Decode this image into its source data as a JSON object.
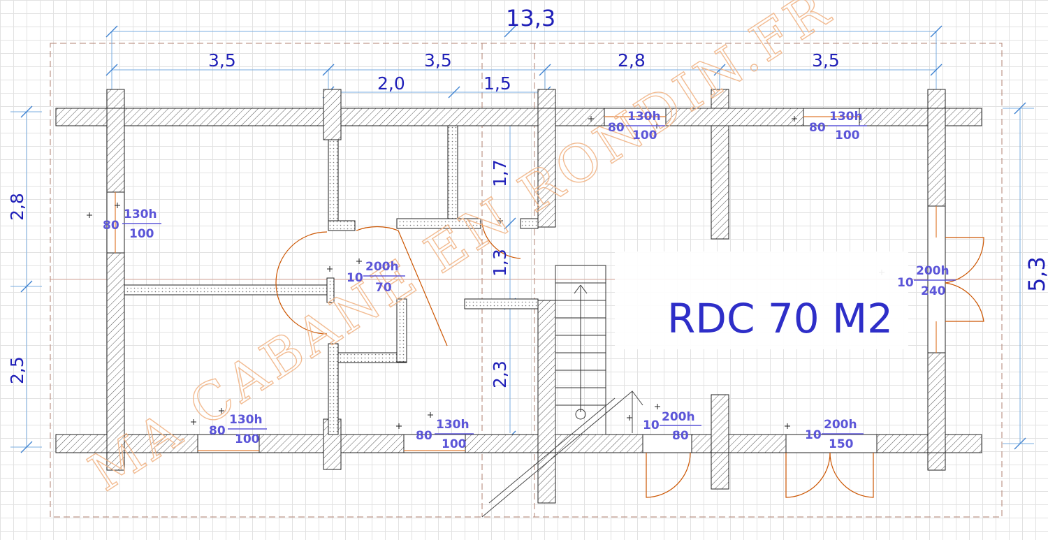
{
  "title": "RDC 70 M2",
  "watermark": "MA CABANE EN RONDIN.FR",
  "colors": {
    "grid": "#e2e2e2",
    "dimension": "#1f1fb8",
    "label": "#5b55d8",
    "watermark": "#f2b88c",
    "door_swing": "#cc5500"
  },
  "dimensions": {
    "total_length": "13,3",
    "span_1": "3,5",
    "span_2": "3,5",
    "span_3": "2,8",
    "span_4": "3,5",
    "inner_2_0": "2,0",
    "inner_1_5": "1,5",
    "total_width": "5,3",
    "left_upper": "2,8",
    "left_lower": "2,5",
    "inner_1_7": "1,7",
    "inner_1_3": "1,3",
    "inner_2_3": "2,3"
  },
  "openings": {
    "window_top_1": {
      "width": "80",
      "height": "130h",
      "sill": "100"
    },
    "window_top_2": {
      "width": "80",
      "height": "130h",
      "sill": "100"
    },
    "window_left": {
      "width": "80",
      "height": "130h",
      "sill": "100"
    },
    "window_bottom_1": {
      "width": "80",
      "height": "130h",
      "sill": "100"
    },
    "window_bottom_2": {
      "width": "80",
      "height": "130h",
      "sill": "100"
    },
    "door_interior": {
      "thickness": "10",
      "height": "200h",
      "width": "70"
    },
    "door_right": {
      "thickness": "10",
      "height": "200h",
      "width": "240"
    },
    "door_bottom_1": {
      "thickness": "10",
      "height": "200h",
      "width": "80"
    },
    "door_bottom_2": {
      "thickness": "10",
      "height": "200h",
      "width": "150"
    }
  }
}
